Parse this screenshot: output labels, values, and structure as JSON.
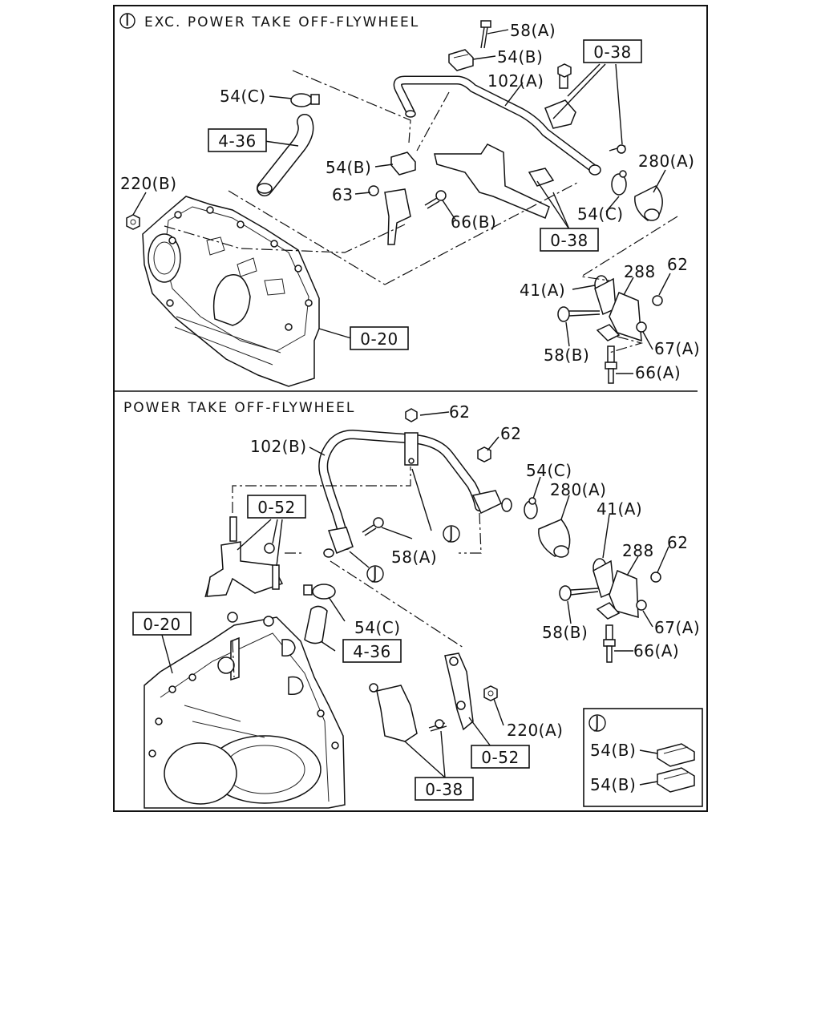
{
  "sections": {
    "top": {
      "marker": "I",
      "title": "EXC. POWER TAKE OFF-FLYWHEEL",
      "labels": {
        "l58a": "58(A)",
        "l54b_1": "54(B)",
        "l102a": "102(A)",
        "l54c_1": "54(C)",
        "l54b_2": "54(B)",
        "l63": "63",
        "l220b": "220(B)",
        "l66b": "66(B)",
        "l280a": "280(A)",
        "l54c_2": "54(C)",
        "l288": "288",
        "l62": "62",
        "l41a": "41(A)",
        "l58b": "58(B)",
        "l67a": "67(A)",
        "l66a": "66(A)"
      },
      "refs": {
        "r038_1": "0-38",
        "r436": "4-36",
        "r038_2": "0-38",
        "r020": "0-20"
      }
    },
    "bottom": {
      "title": "POWER TAKE OFF-FLYWHEEL",
      "labels": {
        "l62_1": "62",
        "l102b": "102(B)",
        "l62_2": "62",
        "l54c_1": "54(C)",
        "l280a": "280(A)",
        "l41a": "41(A)",
        "l58a": "58(A)",
        "l288": "288",
        "l62_3": "62",
        "l54c_2": "54(C)",
        "l58b": "58(B)",
        "l67a": "67(A)",
        "l66a": "66(A)",
        "l220a": "220(A)"
      },
      "refs": {
        "r052_1": "0-52",
        "r020": "0-20",
        "r436": "4-36",
        "r052_2": "0-52",
        "r038": "0-38"
      },
      "callouts": {
        "j1": "J",
        "j2": "J"
      }
    },
    "detail_j": {
      "marker": "J",
      "labels": {
        "l54b_1": "54(B)",
        "l54b_2": "54(B)"
      }
    }
  }
}
